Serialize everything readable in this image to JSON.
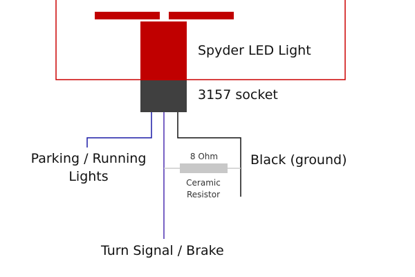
{
  "labels": {
    "light": "Spyder LED Light",
    "socket": "3157 socket",
    "parking_line1": "Parking / Running",
    "parking_line2": "Lights",
    "ground": "Black (ground)",
    "turn": "Turn Signal / Brake",
    "resistor_value": "8 Ohm",
    "resistor_type_line1": "Ceramic",
    "resistor_type_line2": "Resistor"
  },
  "colors": {
    "housing": "#cc0000",
    "led": "#c00000",
    "socket": "#404040",
    "wire_blue": "#1a1aa6",
    "wire_purple": "#4b2fb0",
    "wire_black": "#111111",
    "resistor": "#c8c8c8",
    "resistor_lead": "#cccccc"
  }
}
